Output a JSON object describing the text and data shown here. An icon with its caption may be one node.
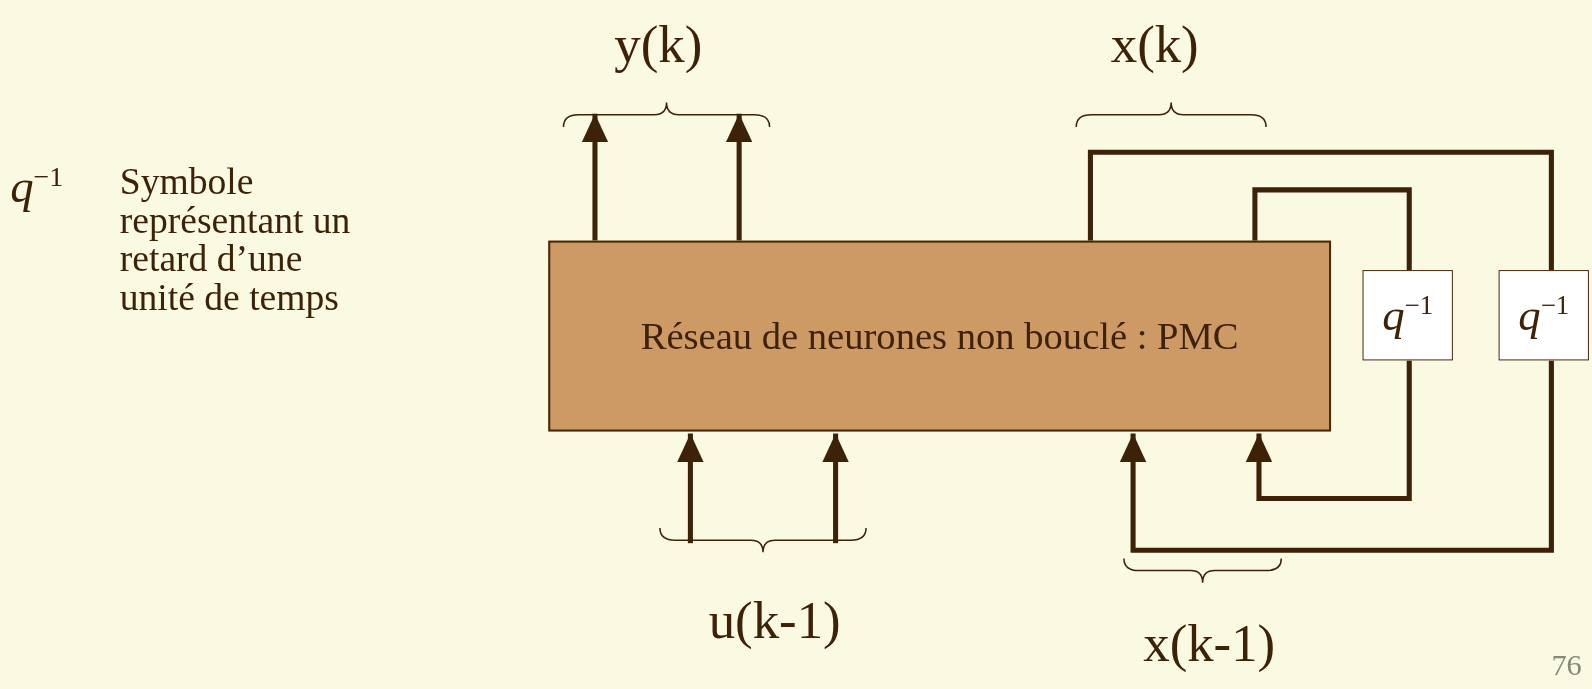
{
  "diagram": {
    "nodes": [
      {
        "text": [
          "Réseau de neurones non bouclé : PMC"
        ]
      },
      {
        "text": [
          "*q*$^{−1}$"
        ]
      },
      {
        "text": [
          "*q*$^{−1}$"
        ]
      }
    ],
    "edges": [
      {
        "from": 0,
        "to": null,
        "arrow": "to"
      },
      {
        "from": 0,
        "to": null,
        "arrow": "to"
      },
      {
        "from": null,
        "to": 0,
        "arrow": "to"
      },
      {
        "from": null,
        "to": 0,
        "arrow": "to"
      },
      {
        "from": 0,
        "to": 2,
        "arrow": "none"
      },
      {
        "from": 2,
        "to": 0,
        "arrow": "to"
      },
      {
        "from": 0,
        "to": 1,
        "arrow": "none"
      },
      {
        "from": 1,
        "to": 0,
        "arrow": "to"
      }
    ],
    "labels": [
      "y(k)",
      "x(k)",
      "*q*$^{−1}$",
      "Symbole représentant un retard d’une unité de temps",
      "u(k-1)",
      "x(k-1)",
      "76"
    ]
  }
}
